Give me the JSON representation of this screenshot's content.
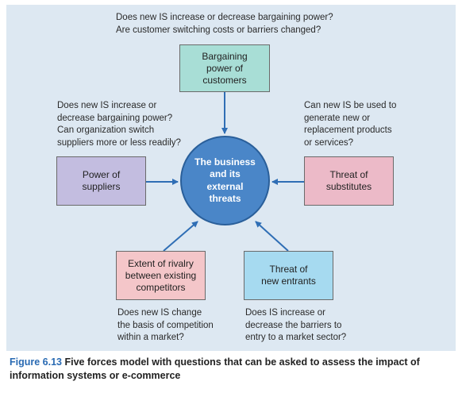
{
  "top_question": {
    "line1": "Does new IS increase or decrease bargaining power?",
    "line2": "Are customer switching costs or barriers changed?"
  },
  "left_question": {
    "line1": "Does new IS increase or",
    "line2": "decrease bargaining power?",
    "line3": "Can organization switch",
    "line4": "suppliers more or less readily?"
  },
  "right_question": {
    "line1": "Can new IS be used to",
    "line2": "generate new or",
    "line3": "replacement products",
    "line4": "or services?"
  },
  "bottom_left_question": {
    "line1": "Does new IS change",
    "line2": "the basis of competition",
    "line3": "within a market?"
  },
  "bottom_right_question": {
    "line1": "Does IS increase or",
    "line2": "decrease the barriers to",
    "line3": "entry to a market sector?"
  },
  "boxes": {
    "customers": "Bargaining\npower of\ncustomers",
    "suppliers": "Power of\nsuppliers",
    "substitutes": "Threat of\nsubstitutes",
    "rivalry": "Extent of rivalry\nbetween existing\ncompetitors",
    "entrants": "Threat of\nnew entrants"
  },
  "center": "The business\nand its\nexternal\nthreats",
  "caption": {
    "figure": "Figure 6.13",
    "text": "Five forces model with questions that can be asked to assess the impact of information systems or e-commerce"
  },
  "colors": {
    "background_panel": "#dde8f2",
    "customers": "#a8ded6",
    "suppliers": "#c3bde0",
    "substitutes": "#ecbac8",
    "rivalry": "#f4c6c9",
    "entrants": "#a6daf0",
    "center": "#4a86c8",
    "arrow": "#2f6eb5",
    "figure_label": "#2a6bb3"
  }
}
